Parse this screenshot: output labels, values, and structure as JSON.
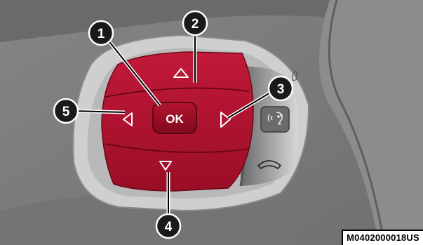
{
  "figure": {
    "ok_label": "OK",
    "figure_code": "M0402000018US",
    "colors": {
      "button_red": "#b0122c",
      "button_red_dark": "#8a0c22",
      "background_gray": "#7d7d7d",
      "bezel_gray": "#c9c9c9",
      "callout_fill": "#1a1a1a"
    }
  },
  "callouts": [
    {
      "number": "1",
      "target": "ok-button"
    },
    {
      "number": "2",
      "target": "up-arrow-button"
    },
    {
      "number": "3",
      "target": "right-arrow-button"
    },
    {
      "number": "4",
      "target": "down-arrow-button"
    },
    {
      "number": "5",
      "target": "left-arrow-button"
    }
  ],
  "icons": {
    "up": "triangle-up-icon",
    "down": "triangle-down-icon",
    "left": "triangle-left-icon",
    "right": "triangle-right-icon",
    "voice": "voice-command-icon",
    "hangup": "phone-hangup-icon"
  }
}
